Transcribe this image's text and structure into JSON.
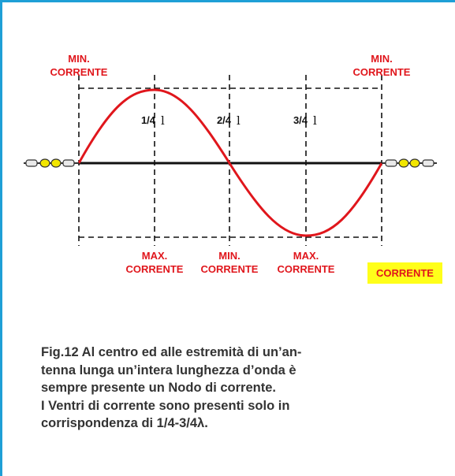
{
  "labels": {
    "top_left": [
      "MIN.",
      "CORRENTE"
    ],
    "top_right": [
      "MIN.",
      "CORRENTE"
    ],
    "quarter_1": "1/4",
    "quarter_2": "2/4",
    "quarter_3": "3/4",
    "lambda_symbol": "l",
    "bottom_1": [
      "MAX.",
      "CORRENTE"
    ],
    "bottom_2": [
      "MIN.",
      "CORRENTE"
    ],
    "bottom_3": [
      "MAX.",
      "CORRENTE"
    ]
  },
  "legend": {
    "label": "CORRENTE"
  },
  "caption": {
    "lines": [
      "Fig.12 Al centro ed alle estremità di un’an-",
      "tenna lunga un’intera lunghezza d’onda è",
      "sempre presente un Nodo di corrente.",
      "I Ventri di corrente sono presenti solo in",
      "corrispondenza di 1/4-3/4λ."
    ]
  },
  "colors": {
    "frame": "#1e9fd6",
    "wave": "#e0161c",
    "label": "#e0161c",
    "legend_bg": "#ffff1a",
    "insulator": "#f2e600"
  }
}
